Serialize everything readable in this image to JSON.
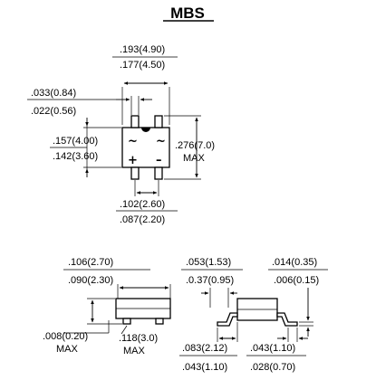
{
  "title": "MBS",
  "top_view": {
    "body_width_max": ".193(4.90)",
    "body_width_min": ".177(4.50)",
    "pin_width_max": ".033(0.84)",
    "pin_width_min": ".022(0.56)",
    "body_height_max": ".157(4.00)",
    "body_height_min": ".142(3.60)",
    "overall_length": ".276(7.0)",
    "overall_length_suffix": "MAX",
    "pin_pitch_max": ".102(2.60)",
    "pin_pitch_min": ".087(2.20)",
    "ac_mark": "~",
    "plus_mark": "+",
    "minus_mark": "–"
  },
  "side_view": {
    "length_max": ".106(2.70)",
    "length_min": ".090(2.30)",
    "standoff": ".008(0.20)",
    "standoff_suffix": "MAX",
    "height": ".118(3.0)",
    "height_suffix": "MAX"
  },
  "lead_view": {
    "lead_max": ".053(1.53)",
    "lead_min": ".0.37(0.95)",
    "thick_max": ".014(0.35)",
    "thick_min": ".006(0.15)",
    "foot_max": ".083(2.12)",
    "foot_min": ".043(1.10)",
    "foot2_max": ".043(1.10)",
    "foot2_min": ".028(0.70)"
  }
}
